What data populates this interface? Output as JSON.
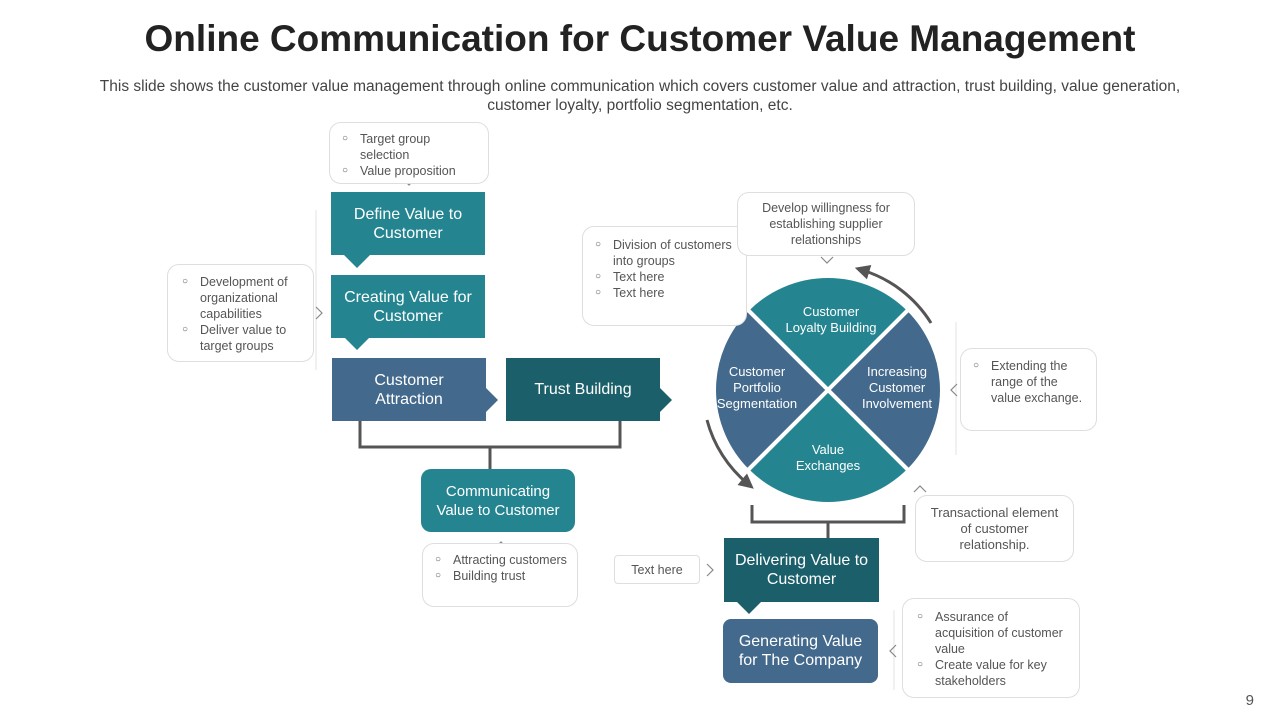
{
  "title": "Online Communication for Customer Value Management",
  "subtitle": "This slide shows the customer value management through online communication which covers customer value and attraction, trust building, value generation, customer loyalty, portfolio segmentation, etc.",
  "page_number": "9",
  "colors": {
    "teal": "#248591",
    "dark_teal": "#1b5f6b",
    "slate": "#43698c"
  },
  "boxes": {
    "define_value": "Define Value to Customer",
    "creating_value": "Creating Value for Customer",
    "customer_attraction": "Customer Attraction",
    "trust_building": "Trust Building",
    "communicating_value": "Communicating Value to Customer",
    "delivering_value": "Delivering Value to Customer",
    "generating_value": "Generating Value for The Company"
  },
  "cycle": {
    "loyalty": "Customer Loyalty Building",
    "involvement": "Increasing Customer Involvement",
    "exchanges": "Value Exchanges",
    "segmentation": "Customer Portfolio Segmentation"
  },
  "notes": {
    "target": [
      "Target group selection",
      "Value proposition"
    ],
    "development": [
      "Development of organizational capabilities",
      "Deliver value to target groups"
    ],
    "division": [
      "Division of customers into groups",
      "Text here",
      "Text here"
    ],
    "willingness": "Develop willingness for establishing supplier relationships",
    "extending": [
      "Extending the range of the value exchange."
    ],
    "transactional": "Transactional element of customer relationship.",
    "attracting": [
      "Attracting customers",
      "Building trust"
    ],
    "text_here": "Text here",
    "assurance": [
      "Assurance of acquisition of customer value",
      "Create value for key stakeholders"
    ]
  }
}
